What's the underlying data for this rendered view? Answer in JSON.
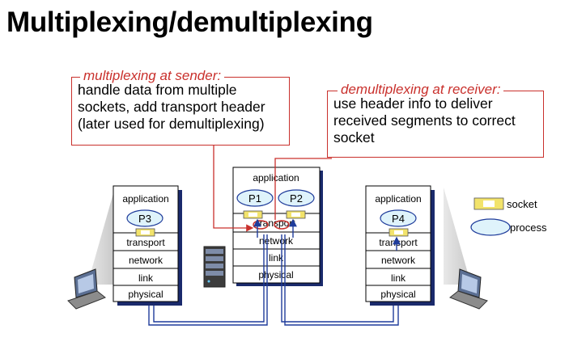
{
  "title": "Multiplexing/demultiplexing",
  "sender_callout": {
    "heading": "multiplexing at sender:",
    "lines": [
      "handle data from multiple",
      "sockets, add transport header",
      "(later used for demultiplexing)"
    ]
  },
  "receiver_callout": {
    "heading": "demultiplexing at receiver:",
    "lines": [
      "use header info to deliver",
      "received segments to correct",
      "socket"
    ]
  },
  "hosts": {
    "left": {
      "layers": [
        "application",
        "transport",
        "network",
        "link",
        "physical"
      ],
      "process": "P3"
    },
    "middle": {
      "layers": [
        "application",
        "transport",
        "network",
        "link",
        "physical"
      ],
      "processes": [
        "P1",
        "P2"
      ]
    },
    "right": {
      "layers": [
        "application",
        "transport",
        "network",
        "link",
        "physical"
      ],
      "process": "P4"
    }
  },
  "legend": {
    "socket": "socket",
    "process": "process"
  },
  "colors": {
    "callout_red": "#c9302c",
    "process_fill": "#dff3fb",
    "socket_fill": "#f2e36b",
    "link_blue": "#1f3c9b",
    "shadow": "#1a2a6c"
  }
}
